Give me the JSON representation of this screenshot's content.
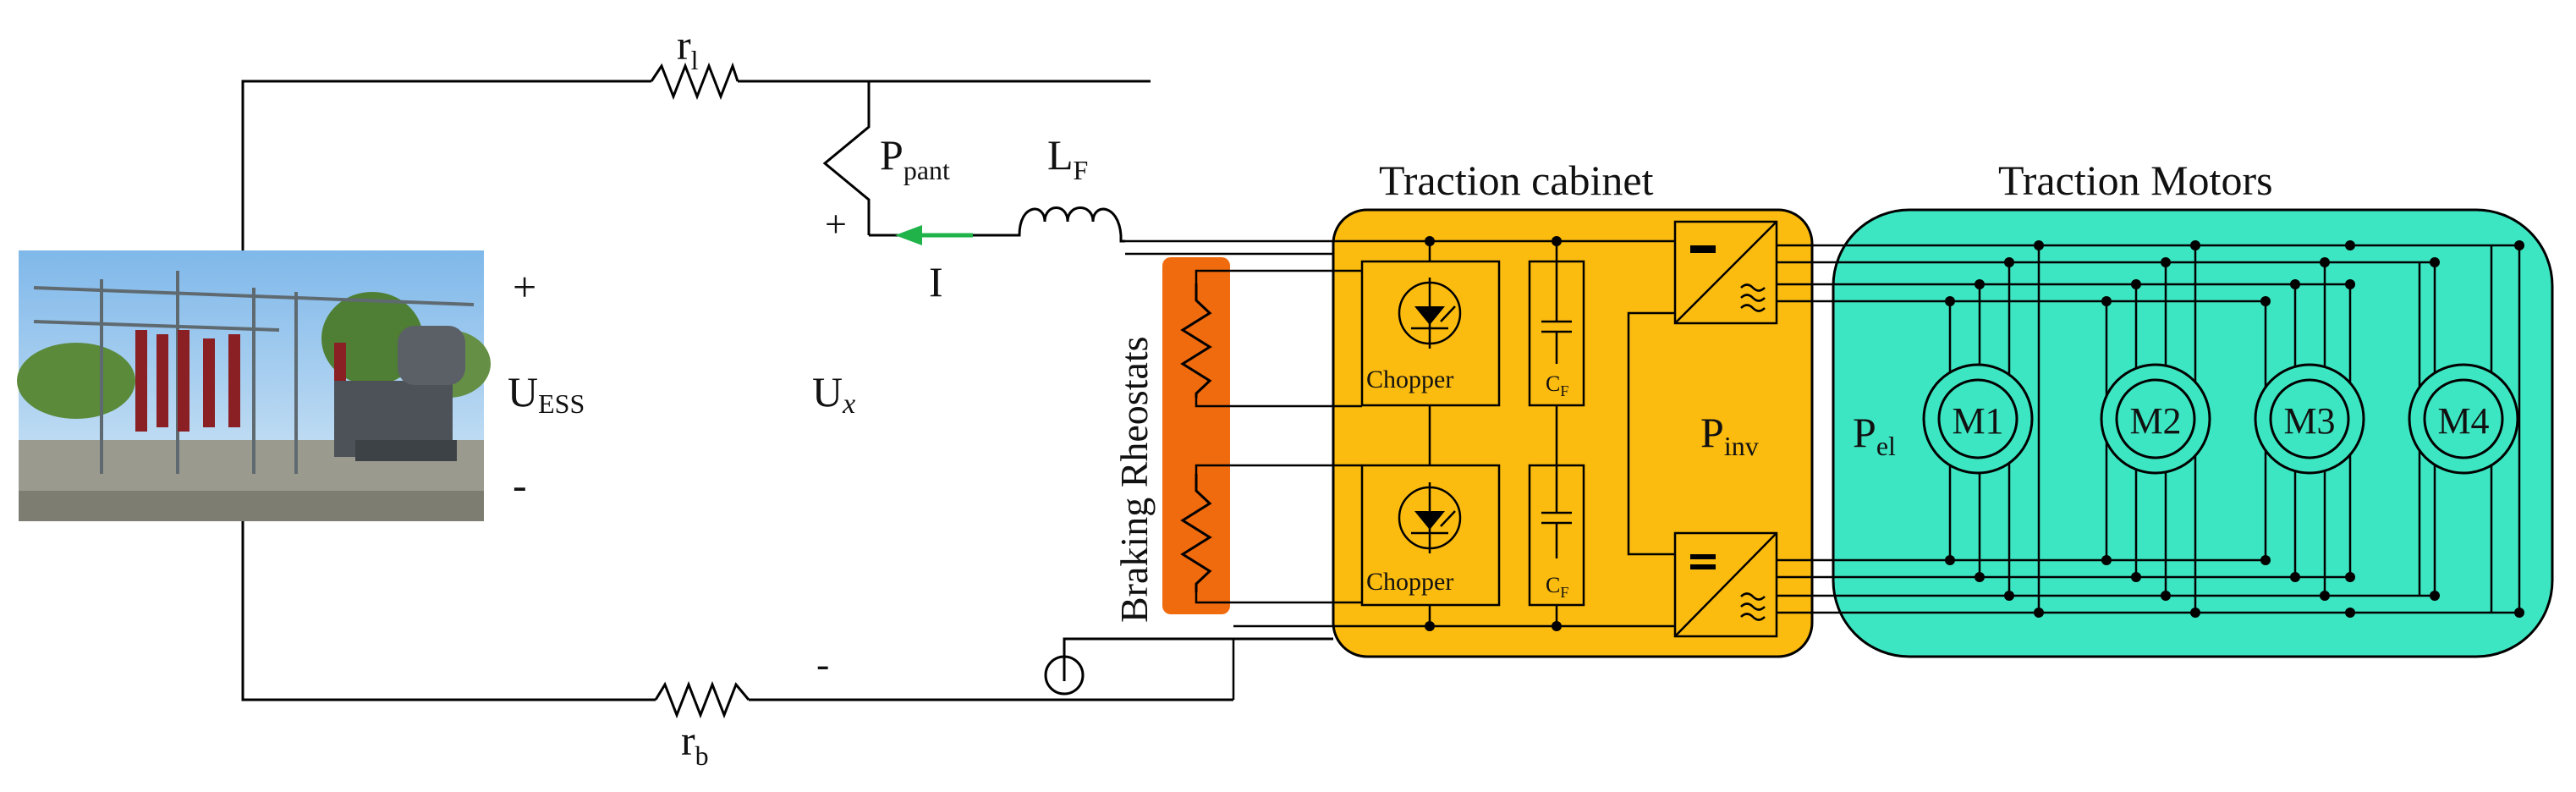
{
  "labels": {
    "r_line": "r",
    "r_line_sub": "l",
    "r_back": "r",
    "r_back_sub": "b",
    "pantograph": "P",
    "pantograph_sub": "pant",
    "filter_inductor": "L",
    "filter_inductor_sub": "F",
    "current": "I",
    "u_ess": "U",
    "u_ess_sub": "ESS",
    "u_x": "U",
    "u_x_sub": "x",
    "plus_ess": "+",
    "minus_ess": "-",
    "plus_pant": "+",
    "minus_return": "-",
    "braking_rheostats": "Braking Rheostats",
    "traction_cabinet": "Traction cabinet",
    "traction_motors": "Traction Motors",
    "chopper_top": "Chopper",
    "chopper_bottom": "Chopper",
    "cap_top": "C",
    "cap_top_sub": "F",
    "cap_bottom": "C",
    "cap_bottom_sub": "F",
    "p_inv": "P",
    "p_inv_sub": "inv",
    "p_el": "P",
    "p_el_sub": "el",
    "motors": [
      "M1",
      "M2",
      "M3",
      "M4"
    ]
  },
  "colors": {
    "cabinet_fill": "#FBBB0F",
    "motors_fill": "#3DE6C2",
    "rheostat_fill": "#F06A0E",
    "current_arrow": "#1FB34A",
    "photo_sky": "#8EC3EC"
  },
  "icons": {
    "substation": "substation-photo",
    "resistor": "resistor-zigzag",
    "inductor": "inductor-coil",
    "meter": "current-meter-circle",
    "chopper": "diode-chopper-icon",
    "inverter": "dc-ac-inverter-icon",
    "motor": "motor-circle-icon"
  }
}
